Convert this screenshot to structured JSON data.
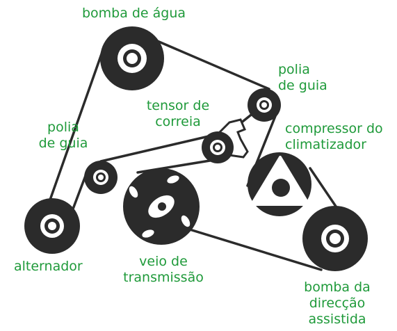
{
  "labels": {
    "water_pump": [
      "bomba de água"
    ],
    "idler_top": [
      "polia",
      "de guia"
    ],
    "idler_left": [
      "polia",
      "de guia"
    ],
    "tensioner": [
      "tensor de",
      "correia"
    ],
    "ac_compressor": [
      "compressor do",
      "climatizador"
    ],
    "alternator": [
      "alternador"
    ],
    "crankshaft": [
      "veio de",
      "transmissão"
    ],
    "power_steering": [
      "bomba da",
      "direcção",
      "assistida"
    ]
  },
  "colors": {
    "label": "#1f9a3a",
    "component": "#2b2b2b",
    "belt": "#2b2b2b",
    "background": "#ffffff"
  }
}
